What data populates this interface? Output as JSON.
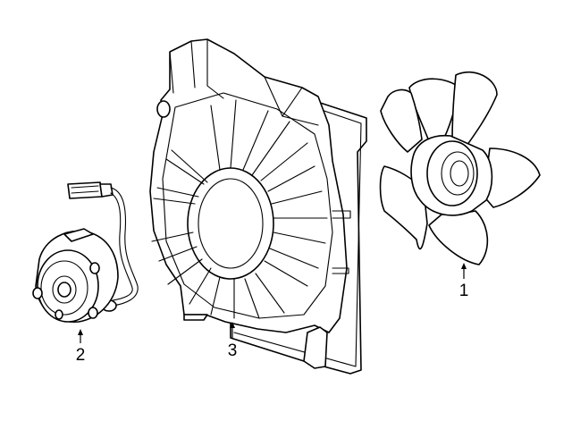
{
  "callouts": [
    {
      "id": "1",
      "label": "1",
      "part": "fan-blade"
    },
    {
      "id": "2",
      "label": "2",
      "part": "fan-motor"
    },
    {
      "id": "3",
      "label": "3",
      "part": "fan-shroud"
    }
  ],
  "colors": {
    "line": "#000000",
    "background": "#ffffff"
  }
}
